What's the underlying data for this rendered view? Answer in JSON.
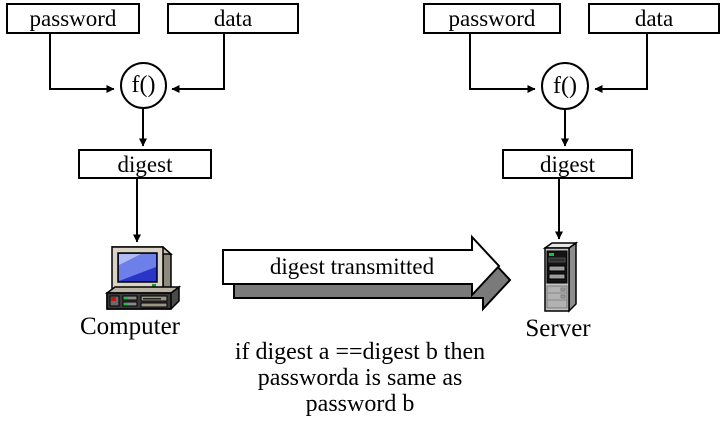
{
  "diagram": {
    "left_flow": {
      "password_label": "password",
      "data_label": "data",
      "function_label": "f()",
      "digest_label": "digest",
      "device_label": "Computer",
      "device_icon": "computer-icon"
    },
    "right_flow": {
      "password_label": "password",
      "data_label": "data",
      "function_label": "f()",
      "digest_label": "digest",
      "device_label": "Server",
      "device_icon": "server-icon"
    },
    "transmit_arrow": {
      "label": "digest transmitted"
    },
    "caption_lines": [
      "if digest a ==digest b then",
      "passworda is same as",
      "password b"
    ],
    "colors": {
      "background": "#ffffff",
      "line": "#000000",
      "arrow_fill": "#ffffff",
      "arrow_shadow": "#7a7a7a",
      "screen_blue": "#4455ee"
    }
  }
}
